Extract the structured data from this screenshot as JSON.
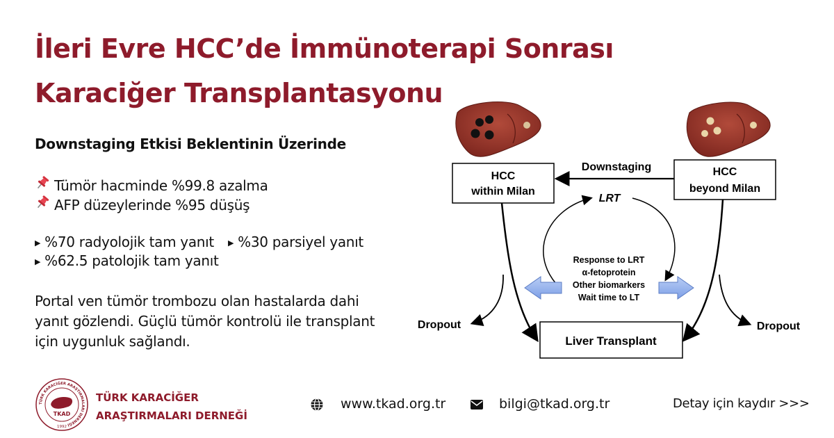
{
  "title": {
    "line1": "İleri Evre HCC’de İmmünoterapi Sonrası",
    "line2": "Karaciğer Transplantasyonu"
  },
  "subhead": "Downstaging Etkisi Beklentinin Üzerinde",
  "stats": [
    {
      "icon": "pushpin-icon",
      "text": "Tümör hacminde %99.8 azalma"
    },
    {
      "icon": "pushpin-icon",
      "text": "AFP düzeylerinde %95 düşüş"
    }
  ],
  "bullets": [
    "%70 radyolojik tam yanıt",
    "%30 parsiyel yanıt",
    "%62.5 patolojik tam yanıt"
  ],
  "paragraph": "Portal ven tümör trombozu olan hastalarda dahi yanıt gözlendi. Güçlü tümör kontrolü ile transplant için uygunluk sağlandı.",
  "diagram": {
    "box_left": [
      "HCC",
      "within Milan"
    ],
    "box_right": [
      "HCC",
      "beyond Milan"
    ],
    "arrow_label": "Downstaging",
    "lrt": "LRT",
    "criteria": [
      "Response to LRT",
      "α-fetoprotein",
      "Other biomarkers",
      "Wait time to LT"
    ],
    "dropout_left": "Dropout",
    "dropout_right": "Dropout",
    "transplant": "Liver Transplant",
    "colors": {
      "liver": "#8b2a23",
      "arrow_blue": "#8fb0ee"
    }
  },
  "footer": {
    "logo_text": "TKAD",
    "logo_ring_text": "TÜRK KARACİĞER ARAŞTIRMALARI DERNEĞİ",
    "logo_year": "1992",
    "org_line1": "TÜRK KARACİĞER",
    "org_line2": "ARAŞTIRMALARI DERNEĞİ",
    "website": "www.tkad.org.tr",
    "email": "bilgi@tkad.org.tr",
    "cta": "Detay için kaydır >>>"
  },
  "colors": {
    "brand": "#8e1b2b"
  }
}
